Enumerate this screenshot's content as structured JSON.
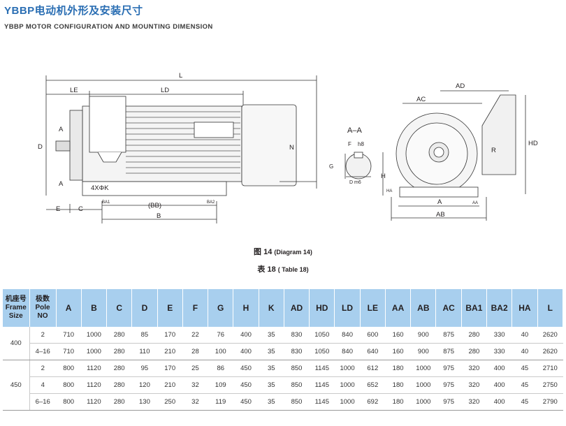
{
  "header": {
    "title_cn": "YBBP电动机外形及安装尺寸",
    "title_en": "YBBP MOTOR CONFIGURATION AND MOUNTING DIMENSION"
  },
  "drawing": {
    "labels": {
      "L": "L",
      "LE": "LE",
      "LD": "LD",
      "D": "D",
      "N": "N",
      "A_top": "A",
      "A_bottom": "A",
      "K": "4XΦK",
      "BA1": "BA1",
      "BA2": "BA2",
      "BB": "(BB)",
      "B": "B",
      "E": "E",
      "C": "C",
      "section_title": "A–A",
      "F": "F",
      "h8": "h8",
      "G": "G",
      "D_m6": "D m6",
      "AD": "AD",
      "AC": "AC",
      "HD": "HD",
      "R": "R",
      "H": "H",
      "HA": "HA",
      "A_end": "A",
      "AA": "AA",
      "AB": "AB"
    }
  },
  "captions": {
    "diagram_cn": "图 14",
    "diagram_en": "(Diagram 14)",
    "table_cn": "表 18",
    "table_en": "( Table 18)"
  },
  "table": {
    "header_first": [
      "机座号",
      "Frame",
      "Size"
    ],
    "header_second": [
      "极数",
      "Pole",
      "NO"
    ],
    "columns": [
      "A",
      "B",
      "C",
      "D",
      "E",
      "F",
      "G",
      "H",
      "K",
      "AD",
      "HD",
      "LD",
      "LE",
      "AA",
      "AB",
      "AC",
      "BA1",
      "BA2",
      "HA",
      "L"
    ],
    "groups": [
      {
        "frame": "400",
        "rows": [
          {
            "pole": "2",
            "values": [
              "710",
              "1000",
              "280",
              "85",
              "170",
              "22",
              "76",
              "400",
              "35",
              "830",
              "1050",
              "840",
              "600",
              "160",
              "900",
              "875",
              "280",
              "330",
              "40",
              "2620"
            ]
          },
          {
            "pole": "4–16",
            "values": [
              "710",
              "1000",
              "280",
              "110",
              "210",
              "28",
              "100",
              "400",
              "35",
              "830",
              "1050",
              "840",
              "640",
              "160",
              "900",
              "875",
              "280",
              "330",
              "40",
              "2620"
            ]
          }
        ]
      },
      {
        "frame": "450",
        "rows": [
          {
            "pole": "2",
            "values": [
              "800",
              "1120",
              "280",
              "95",
              "170",
              "25",
              "86",
              "450",
              "35",
              "850",
              "1145",
              "1000",
              "612",
              "180",
              "1000",
              "975",
              "320",
              "400",
              "45",
              "2710"
            ]
          },
          {
            "pole": "4",
            "values": [
              "800",
              "1120",
              "280",
              "120",
              "210",
              "32",
              "109",
              "450",
              "35",
              "850",
              "1145",
              "1000",
              "652",
              "180",
              "1000",
              "975",
              "320",
              "400",
              "45",
              "2750"
            ]
          },
          {
            "pole": "6–16",
            "values": [
              "800",
              "1120",
              "280",
              "130",
              "250",
              "32",
              "119",
              "450",
              "35",
              "850",
              "1145",
              "1000",
              "692",
              "180",
              "1000",
              "975",
              "320",
              "400",
              "45",
              "2790"
            ]
          }
        ]
      }
    ]
  }
}
